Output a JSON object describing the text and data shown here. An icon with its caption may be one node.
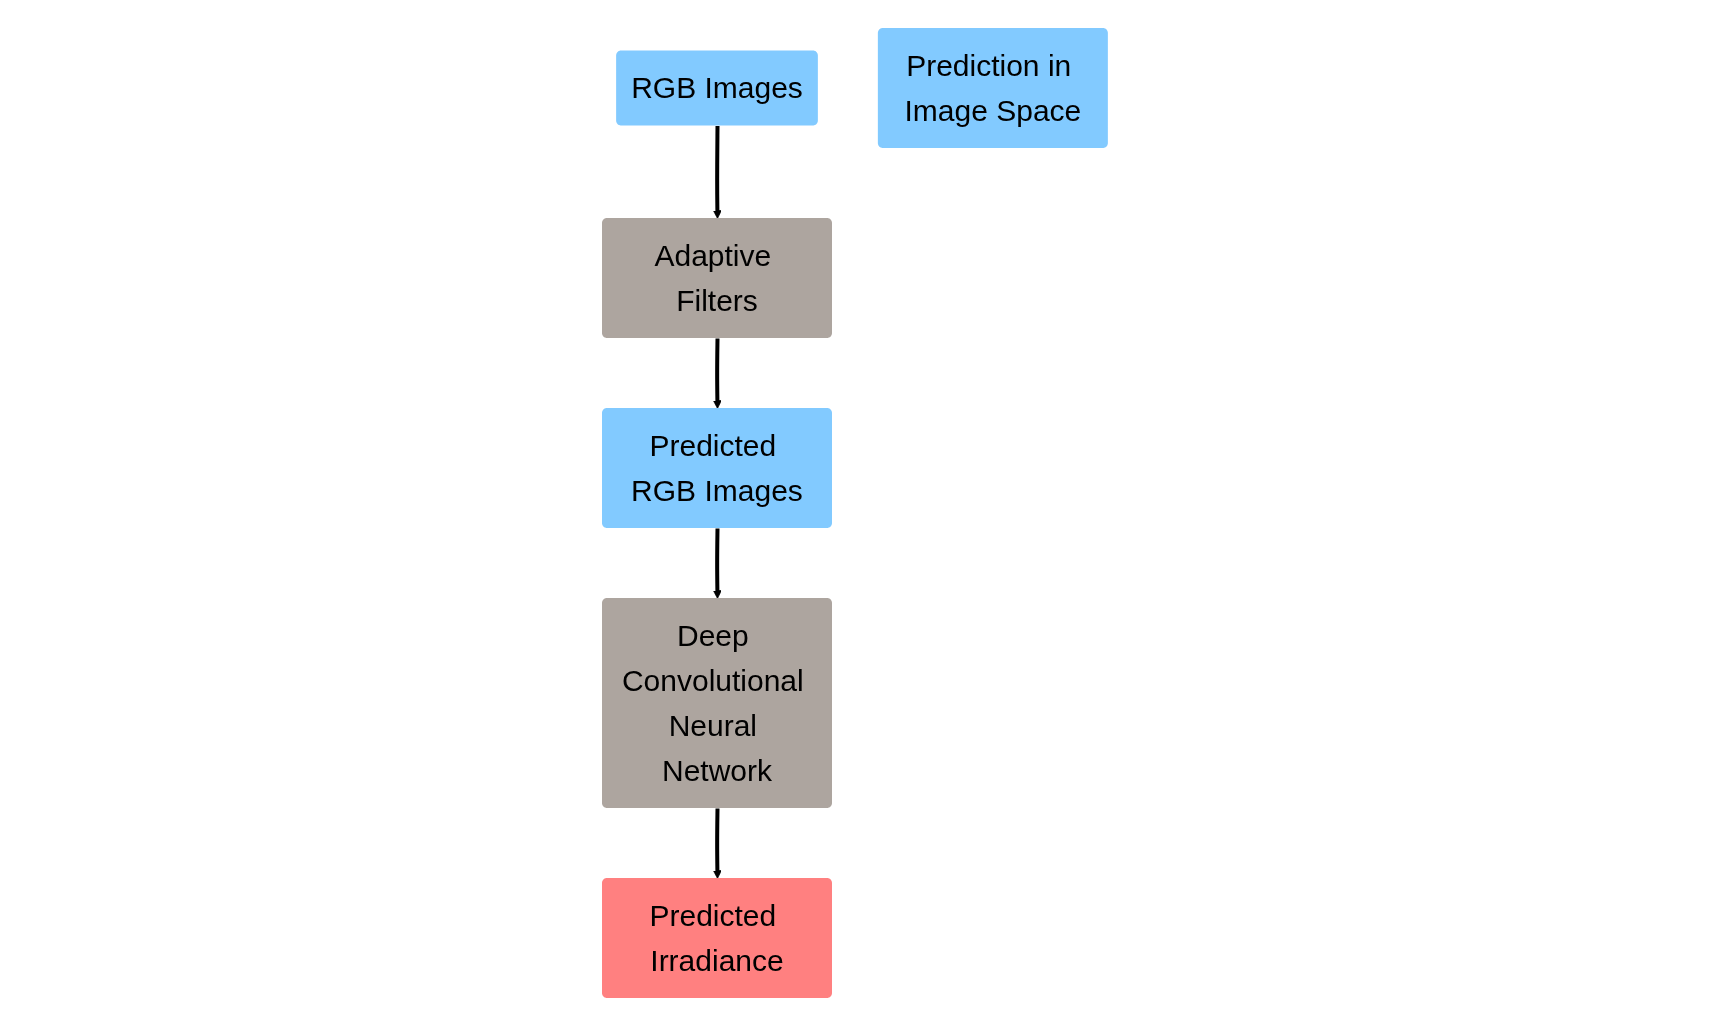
{
  "diagram": {
    "nodes": [
      {
        "text": [
          "RGB Images"
        ]
      },
      {
        "text": [
          "Adaptive Filters"
        ]
      },
      {
        "text": [
          "Predicted RGB Images"
        ]
      },
      {
        "text": [
          "Deep Convolutional Neural Network"
        ]
      },
      {
        "text": [
          "Predicted Irradiance"
        ]
      },
      {
        "text": [
          "Prediction in Image Space"
        ]
      }
    ],
    "edges": [
      {
        "from": 0,
        "to": 1,
        "arrow": "to"
      },
      {
        "from": 1,
        "to": 2,
        "arrow": "to"
      },
      {
        "from": 2,
        "to": 3,
        "arrow": "to"
      },
      {
        "from": 3,
        "to": 4,
        "arrow": "to"
      }
    ]
  }
}
